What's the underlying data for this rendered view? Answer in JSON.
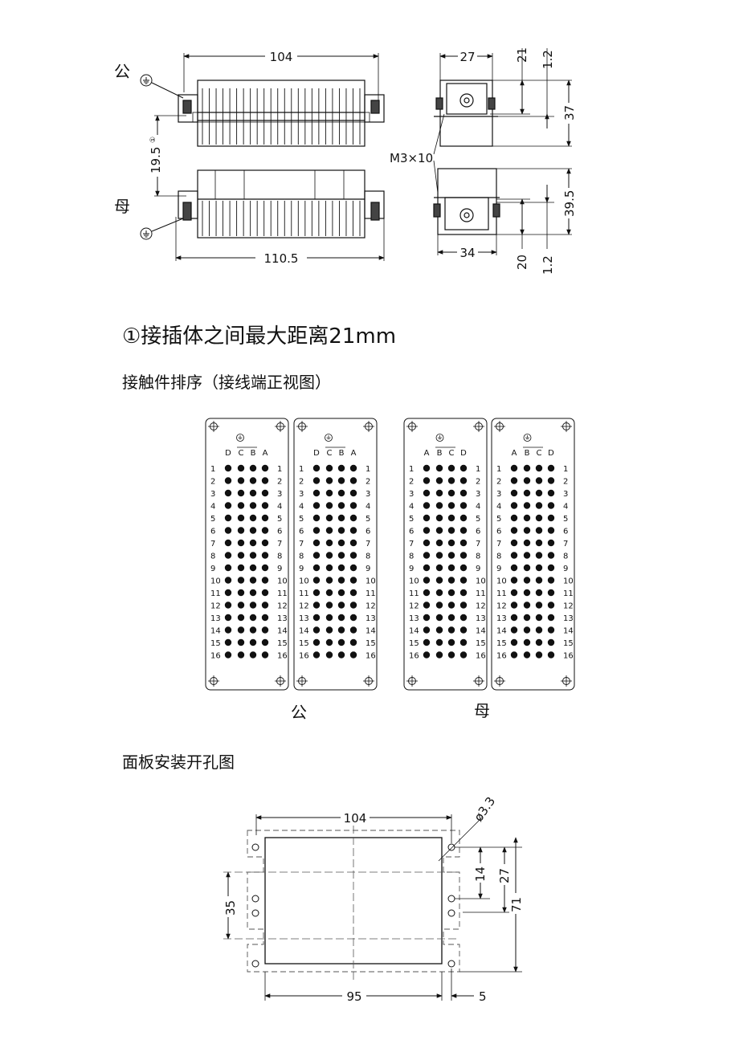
{
  "top_drawing": {
    "male_label": "公",
    "female_label": "母",
    "dim_width_male": "104",
    "dim_width_female": "110.5",
    "dim_gap": "19.5",
    "dim_gap_note": "①",
    "dim_side_top_width": "27",
    "dim_side_top_h1": "21",
    "dim_side_top_h2": "1.2",
    "dim_side_top_total": "37",
    "screw_label": "M3×10",
    "dim_side_bottom_width": "34",
    "dim_side_bottom_h1": "20",
    "dim_side_bottom_h2": "1.2",
    "dim_side_bottom_total": "39.5"
  },
  "notes": {
    "note1": "①接插体之间最大距离21mm",
    "contact_title": "接触件排序（接线端正视图）",
    "male_caption": "公",
    "female_caption": "母"
  },
  "contact_panels": {
    "rows": [
      "1",
      "2",
      "3",
      "4",
      "5",
      "6",
      "7",
      "8",
      "9",
      "10",
      "11",
      "12",
      "13",
      "14",
      "15",
      "16"
    ],
    "male_columns": [
      "D",
      "C",
      "B",
      "A"
    ],
    "female_columns": [
      "A",
      "B",
      "C",
      "D"
    ],
    "earth_icon": "earth-ground-icon"
  },
  "panel_cutout": {
    "title": "面板安装开孔图",
    "dim_width": "104",
    "dim_hole": "ø3.3",
    "dim_pitch": "14",
    "dim_half_height": "27",
    "dim_height": "71",
    "dim_left": "35",
    "dim_inner_width": "95",
    "dim_edge": "5"
  }
}
